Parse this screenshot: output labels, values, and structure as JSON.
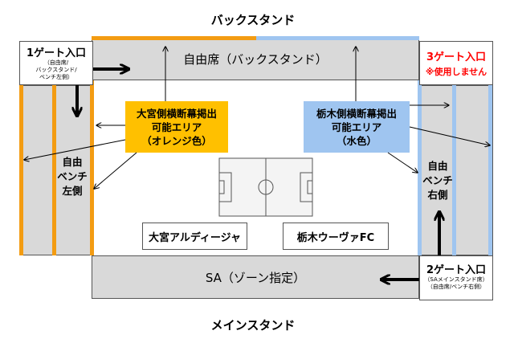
{
  "titles": {
    "back_stand": "バックスタンド",
    "main_stand": "メインスタンド"
  },
  "stands": {
    "back": "自由席（バックスタンド）",
    "sa": "SA（ゾーン指定）",
    "left_lines": [
      "自由",
      "ベンチ",
      "左側"
    ],
    "right_lines": [
      "自由",
      "ベンチ",
      "右側"
    ]
  },
  "gates": {
    "gate1": {
      "title": "1ゲート入口",
      "sub": [
        "（自由席/",
        "バックスタンド/",
        "ベンチ左側）"
      ]
    },
    "gate3": {
      "title": "3ゲート入口",
      "note": "※使用しません"
    },
    "gate2": {
      "title": "2ゲート入口",
      "sub": [
        "（SAメインスタンド席）",
        "（自由席/ベンチ右側）"
      ]
    }
  },
  "banner_zones": {
    "omiya": [
      "大宮側横断幕掲出",
      "可能エリア",
      "（オレンジ色）"
    ],
    "tochigi": [
      "栃木側横断幕掲出",
      "可能エリア",
      "（水色）"
    ]
  },
  "teams": {
    "home": "大宮アルディージャ",
    "away": "栃木ウーヴァFC"
  },
  "colors": {
    "omiya_orange": "#f39c12",
    "tochigi_blue": "#9fc5f0",
    "stand_gray": "#d9d9d9",
    "gate3_red": "#ff0000"
  }
}
